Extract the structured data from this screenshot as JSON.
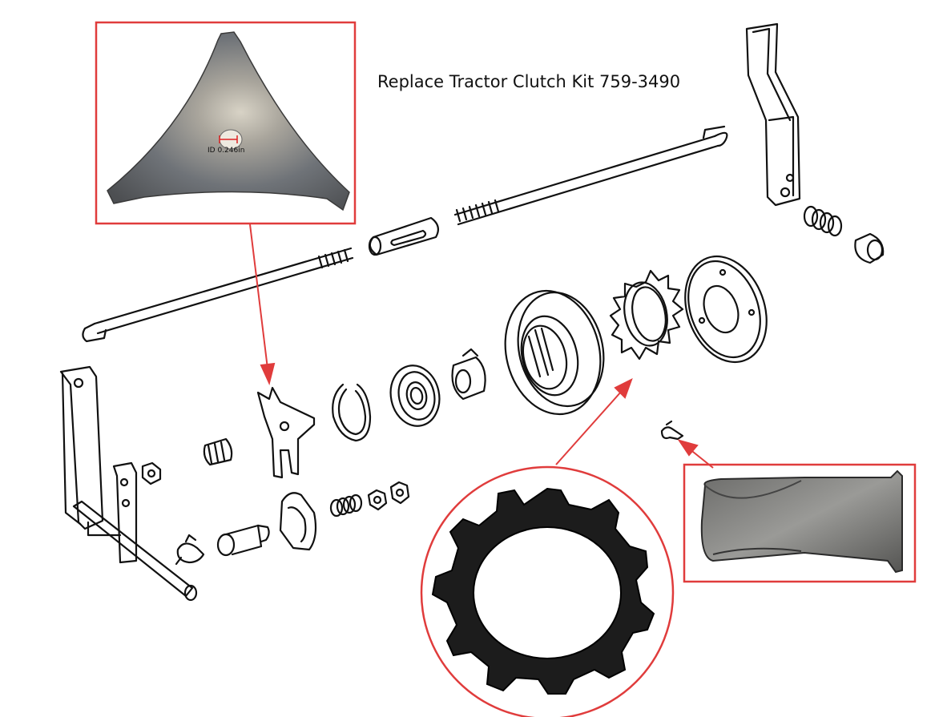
{
  "title": "Replace Tractor Clutch Kit 759-3490",
  "inset_labels": {
    "id_measurement": "ID 0.246in"
  },
  "colors": {
    "callout_red": "#e03c3c",
    "line_art": "#111111",
    "background": "#ffffff",
    "metal_grey": "#8a8a88",
    "washer_black": "#1c1c1c"
  },
  "callouts": [
    {
      "name": "fork-bracket-callout",
      "shape": "rectangle"
    },
    {
      "name": "star-washer-callout",
      "shape": "circle"
    },
    {
      "name": "spring-clip-callout",
      "shape": "rectangle"
    }
  ]
}
